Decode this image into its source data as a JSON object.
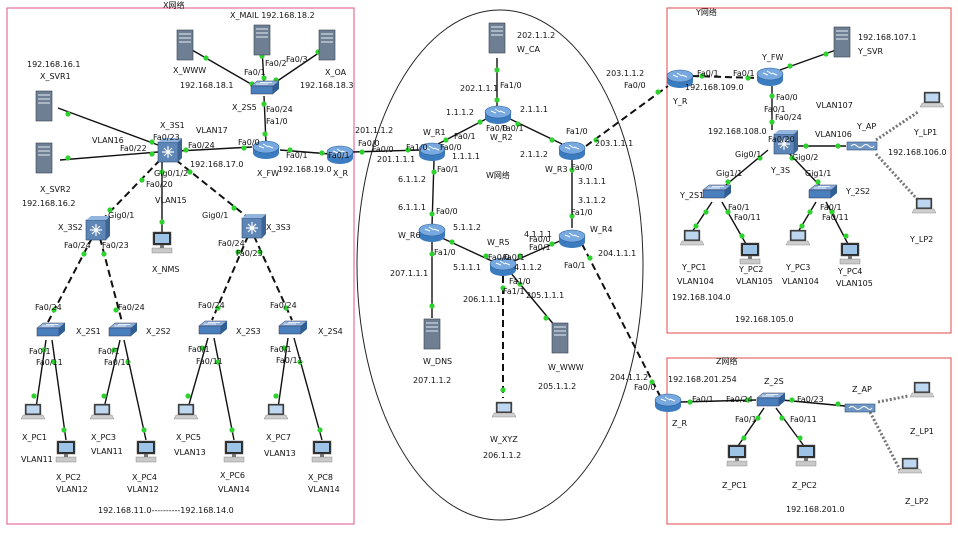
{
  "regions": [
    {
      "id": "X",
      "title": "X网络"
    },
    {
      "id": "W",
      "title": "W网络"
    },
    {
      "id": "Y",
      "title": "Y网络"
    },
    {
      "id": "Z",
      "title": "Z网络"
    }
  ],
  "devices": [
    {
      "id": "X_WWW",
      "type": "server",
      "label": "X_WWW",
      "ip": "192.168.18.1"
    },
    {
      "id": "X_MAIL",
      "type": "server",
      "label": "X_MAIL 192.168.18.2"
    },
    {
      "id": "X_OA",
      "type": "server",
      "label": "X_OA",
      "ip": "192.168.18.3"
    },
    {
      "id": "X_SVR1",
      "type": "server",
      "label": "X_SVR1",
      "ip": "192.168.16.1"
    },
    {
      "id": "X_SVR2",
      "type": "server",
      "label": "X_SVR2",
      "ip": "192.168.16.2"
    },
    {
      "id": "X_2S5",
      "type": "switch",
      "label": "X_2S5"
    },
    {
      "id": "X_FW",
      "type": "router",
      "label": "X_FW"
    },
    {
      "id": "X_3S1",
      "type": "l3switch",
      "label": "X_3S1"
    },
    {
      "id": "X_3S2",
      "type": "l3switch",
      "label": "X_3S2"
    },
    {
      "id": "X_3S3",
      "type": "l3switch",
      "label": "X_3S3"
    },
    {
      "id": "X_NMS",
      "type": "pc",
      "label": "X_NMS"
    },
    {
      "id": "X_2S1",
      "type": "switch",
      "label": "X_2S1"
    },
    {
      "id": "X_2S2",
      "type": "switch",
      "label": "X_2S2"
    },
    {
      "id": "X_2S3",
      "type": "switch",
      "label": "X_2S3"
    },
    {
      "id": "X_2S4",
      "type": "switch",
      "label": "X_2S4"
    },
    {
      "id": "X_PC1",
      "type": "laptop",
      "label": "X_PC1",
      "vlan": "VLAN11"
    },
    {
      "id": "X_PC2",
      "type": "pc",
      "label": "X_PC2",
      "vlan": "VLAN12"
    },
    {
      "id": "X_PC3",
      "type": "laptop",
      "label": "X_PC3",
      "vlan": "VLAN11"
    },
    {
      "id": "X_PC4",
      "type": "pc",
      "label": "X_PC4",
      "vlan": "VLAN12"
    },
    {
      "id": "X_PC5",
      "type": "laptop",
      "label": "X_PC5",
      "vlan": "VLAN13"
    },
    {
      "id": "X_PC6",
      "type": "pc",
      "label": "X_PC6",
      "vlan": "VLAN14"
    },
    {
      "id": "X_PC7",
      "type": "laptop",
      "label": "X_PC7",
      "vlan": "VLAN13"
    },
    {
      "id": "X_PC8",
      "type": "pc",
      "label": "X_PC8",
      "vlan": "VLAN14"
    },
    {
      "id": "X_R",
      "type": "router",
      "label": "X_R"
    },
    {
      "id": "W_CA",
      "type": "server",
      "label": "W_CA",
      "ip": "202.1.1.2"
    },
    {
      "id": "W_R1",
      "type": "router",
      "label": "W_R1"
    },
    {
      "id": "W_R2",
      "type": "router",
      "label": "W_R2"
    },
    {
      "id": "W_R3",
      "type": "router",
      "label": "W_R3"
    },
    {
      "id": "W_R4",
      "type": "router",
      "label": "W_R4"
    },
    {
      "id": "W_R5",
      "type": "router",
      "label": "W_R5"
    },
    {
      "id": "W_R6",
      "type": "router",
      "label": "W_R6"
    },
    {
      "id": "W_DNS",
      "type": "server",
      "label": "W_DNS",
      "ip": "207.1.1.2"
    },
    {
      "id": "W_WWW",
      "type": "server",
      "label": "W_WWW",
      "ip": "205.1.1.2"
    },
    {
      "id": "W_XYZ",
      "type": "laptop",
      "label": "W_XYZ",
      "ip": "206.1.1.2"
    },
    {
      "id": "Y_R",
      "type": "router",
      "label": "Y_R"
    },
    {
      "id": "Y_FW",
      "type": "router",
      "label": "Y_FW"
    },
    {
      "id": "Y_SVR",
      "type": "server",
      "label": "Y_SVR",
      "ip": "192.168.107.1"
    },
    {
      "id": "Y_3S",
      "type": "l3switch",
      "label": "Y_3S"
    },
    {
      "id": "Y_AP",
      "type": "ap",
      "label": "Y_AP"
    },
    {
      "id": "Y_LP1",
      "type": "laptop",
      "label": "Y_LP1"
    },
    {
      "id": "Y_LP2",
      "type": "laptop",
      "label": "Y_LP2"
    },
    {
      "id": "Y_2S1",
      "type": "switch",
      "label": "Y_2S1"
    },
    {
      "id": "Y_2S2",
      "type": "switch",
      "label": "Y_2S2"
    },
    {
      "id": "Y_PC1",
      "type": "laptop",
      "label": "Y_PC1",
      "vlan": "VLAN104"
    },
    {
      "id": "Y_PC2",
      "type": "pc",
      "label": "Y_PC2",
      "vlan": "VLAN105"
    },
    {
      "id": "Y_PC3",
      "type": "laptop",
      "label": "Y_PC3",
      "vlan": "VLAN104"
    },
    {
      "id": "Y_PC4",
      "type": "pc",
      "label": "Y_PC4",
      "vlan": "VLAN105"
    },
    {
      "id": "Z_R",
      "type": "router",
      "label": "Z_R"
    },
    {
      "id": "Z_2S",
      "type": "switch",
      "label": "Z_2S"
    },
    {
      "id": "Z_AP",
      "type": "ap",
      "label": "Z_AP"
    },
    {
      "id": "Z_PC1",
      "type": "pc",
      "label": "Z_PC1"
    },
    {
      "id": "Z_PC2",
      "type": "pc",
      "label": "Z_PC2"
    },
    {
      "id": "Z_LP1",
      "type": "laptop",
      "label": "Z_LP1"
    },
    {
      "id": "Z_LP2",
      "type": "laptop",
      "label": "Z_LP2"
    }
  ],
  "links": [
    {
      "from": "X_WWW",
      "to": "X_2S5",
      "style": "solid"
    },
    {
      "from": "X_MAIL",
      "to": "X_2S5",
      "style": "solid"
    },
    {
      "from": "X_OA",
      "to": "X_2S5",
      "style": "solid"
    },
    {
      "from": "X_2S5",
      "to": "X_FW",
      "style": "solid"
    },
    {
      "from": "X_FW",
      "to": "X_3S1",
      "style": "solid"
    },
    {
      "from": "X_FW",
      "to": "X_R",
      "style": "solid"
    },
    {
      "from": "X_SVR1",
      "to": "X_3S1",
      "style": "solid"
    },
    {
      "from": "X_SVR2",
      "to": "X_3S1",
      "style": "solid"
    },
    {
      "from": "X_3S1",
      "to": "X_3S2",
      "style": "dashed"
    },
    {
      "from": "X_3S1",
      "to": "X_NMS",
      "style": "solid"
    },
    {
      "from": "X_3S1",
      "to": "X_3S3",
      "style": "dashed"
    },
    {
      "from": "X_3S2",
      "to": "X_2S1",
      "style": "dashed"
    },
    {
      "from": "X_3S2",
      "to": "X_2S2",
      "style": "dashed"
    },
    {
      "from": "X_3S3",
      "to": "X_2S3",
      "style": "dashed"
    },
    {
      "from": "X_3S3",
      "to": "X_2S4",
      "style": "dashed"
    },
    {
      "from": "X_2S1",
      "to": "X_PC1",
      "style": "solid"
    },
    {
      "from": "X_2S1",
      "to": "X_PC2",
      "style": "solid"
    },
    {
      "from": "X_2S2",
      "to": "X_PC3",
      "style": "solid"
    },
    {
      "from": "X_2S2",
      "to": "X_PC4",
      "style": "solid"
    },
    {
      "from": "X_2S3",
      "to": "X_PC5",
      "style": "solid"
    },
    {
      "from": "X_2S3",
      "to": "X_PC6",
      "style": "solid"
    },
    {
      "from": "X_2S4",
      "to": "X_PC7",
      "style": "solid"
    },
    {
      "from": "X_2S4",
      "to": "X_PC8",
      "style": "solid"
    },
    {
      "from": "X_R",
      "to": "W_R1",
      "style": "solid"
    },
    {
      "from": "W_R1",
      "to": "W_R2",
      "style": "solid"
    },
    {
      "from": "W_R2",
      "to": "W_CA",
      "style": "solid"
    },
    {
      "from": "W_R2",
      "to": "W_R3",
      "style": "solid"
    },
    {
      "from": "W_R1",
      "to": "W_R6",
      "style": "solid"
    },
    {
      "from": "W_R6",
      "to": "W_R5",
      "style": "solid"
    },
    {
      "from": "W_R5",
      "to": "W_R4",
      "style": "solid"
    },
    {
      "from": "W_R3",
      "to": "W_R4",
      "style": "solid"
    },
    {
      "from": "W_R6",
      "to": "W_DNS",
      "style": "solid"
    },
    {
      "from": "W_R5",
      "to": "W_WWW",
      "style": "solid"
    },
    {
      "from": "W_R5",
      "to": "W_XYZ",
      "style": "dashed"
    },
    {
      "from": "W_R3",
      "to": "Y_R",
      "style": "dashed"
    },
    {
      "from": "W_R4",
      "to": "Z_R",
      "style": "dashed"
    },
    {
      "from": "Y_R",
      "to": "Y_FW",
      "style": "dashed"
    },
    {
      "from": "Y_FW",
      "to": "Y_SVR",
      "style": "solid"
    },
    {
      "from": "Y_FW",
      "to": "Y_3S",
      "style": "solid"
    },
    {
      "from": "Y_3S",
      "to": "Y_AP",
      "style": "solid"
    },
    {
      "from": "Y_AP",
      "to": "Y_LP1",
      "style": "wireless"
    },
    {
      "from": "Y_AP",
      "to": "Y_LP2",
      "style": "wireless"
    },
    {
      "from": "Y_3S",
      "to": "Y_2S1",
      "style": "solid"
    },
    {
      "from": "Y_3S",
      "to": "Y_2S2",
      "style": "solid"
    },
    {
      "from": "Y_2S1",
      "to": "Y_PC1",
      "style": "solid"
    },
    {
      "from": "Y_2S1",
      "to": "Y_PC2",
      "style": "solid"
    },
    {
      "from": "Y_2S2",
      "to": "Y_PC3",
      "style": "solid"
    },
    {
      "from": "Y_2S2",
      "to": "Y_PC4",
      "style": "solid"
    },
    {
      "from": "Z_R",
      "to": "Z_2S",
      "style": "solid"
    },
    {
      "from": "Z_2S",
      "to": "Z_AP",
      "style": "solid"
    },
    {
      "from": "Z_2S",
      "to": "Z_PC1",
      "style": "solid"
    },
    {
      "from": "Z_2S",
      "to": "Z_PC2",
      "style": "solid"
    },
    {
      "from": "Z_AP",
      "to": "Z_LP1",
      "style": "wireless"
    },
    {
      "from": "Z_AP",
      "to": "Z_LP2",
      "style": "wireless"
    }
  ],
  "annotations": [
    "Fa0/1",
    "Fa0/2",
    "Fa0/3",
    "Fa0/24",
    "Fa1/0",
    "Fa0/0",
    "Fa0/1",
    "Fa0/0",
    "Fa0/1",
    "192.168.17.0",
    "192.168.19.0",
    "VLAN16",
    "VLAN17",
    "Fa0/23",
    "Fa0/22",
    "Fa0/24",
    "Gig0/1/2",
    "Fa0/20",
    "VLAN15",
    "Gig0/1",
    "Gig0/1",
    "Fa0/24",
    "Fa0/23",
    "Fa0/24",
    "Fa0/23",
    "Fa0/24",
    "Fa0/24",
    "Fa0/24",
    "Fa0/24",
    "Fa0/1",
    "Fa0/11",
    "Fa0/1",
    "Fa0/11",
    "Fa0/1",
    "Fa0/11",
    "Fa0/1",
    "Fa0/11",
    "192.168.11.0----------192.168.14.0",
    "201.1.1.2",
    "201.1.1.1",
    "Fa0/0",
    "Fa1/0",
    "Fa0/0",
    "Fa0/1",
    "1.1.1.1",
    "1.1.1.2",
    "202.1.1.1",
    "Fa1/0",
    "2.1.1.1",
    "2.1.1.2",
    "Fa0/0",
    "Fa0/1",
    "Fa1/0",
    "Fa0/0",
    "203.1.1.1",
    "3.1.1.1",
    "3.1.1.2",
    "Fa1/0",
    "Fa0/0",
    "Fa0/1",
    "6.1.1.2",
    "6.1.1.1",
    "Fa0/1",
    "Fa0/0",
    "Fa1/0",
    "5.1.1.2",
    "5.1.1.1",
    "4.1.1.2",
    "4.1.1.1",
    "Fa0/0",
    "Fa0/1",
    "Fa1/0",
    "Fa1/1",
    "Fa0/1",
    "204.1.1.1",
    "207.1.1.1",
    "206.1.1.1",
    "205.1.1.1",
    "203.1.1.2",
    "Fa0/0",
    "Fa0/1",
    "Fa0/1",
    "192.168.109.0",
    "Fa0/0",
    "Fa0/1",
    "Fa0/20",
    "Fa0/24",
    "VLAN107",
    "192.168.108.0",
    "VLAN106",
    "192.168.106.0",
    "Gig0/1",
    "Gig0/2",
    "Y_3S",
    "Gig1/1",
    "Gig1/1",
    "Fa0/1",
    "Fa0/11",
    "Fa0/1",
    "Fa0/11",
    "192.168.104.0",
    "192.168.105.0",
    "204.1.1.2",
    "Fa0/0",
    "192.168.201.254",
    "Fa0/1",
    "Fa0/24",
    "Fa0/23",
    "Fa0/1",
    "Fa0/11",
    "192.168.201.0"
  ]
}
